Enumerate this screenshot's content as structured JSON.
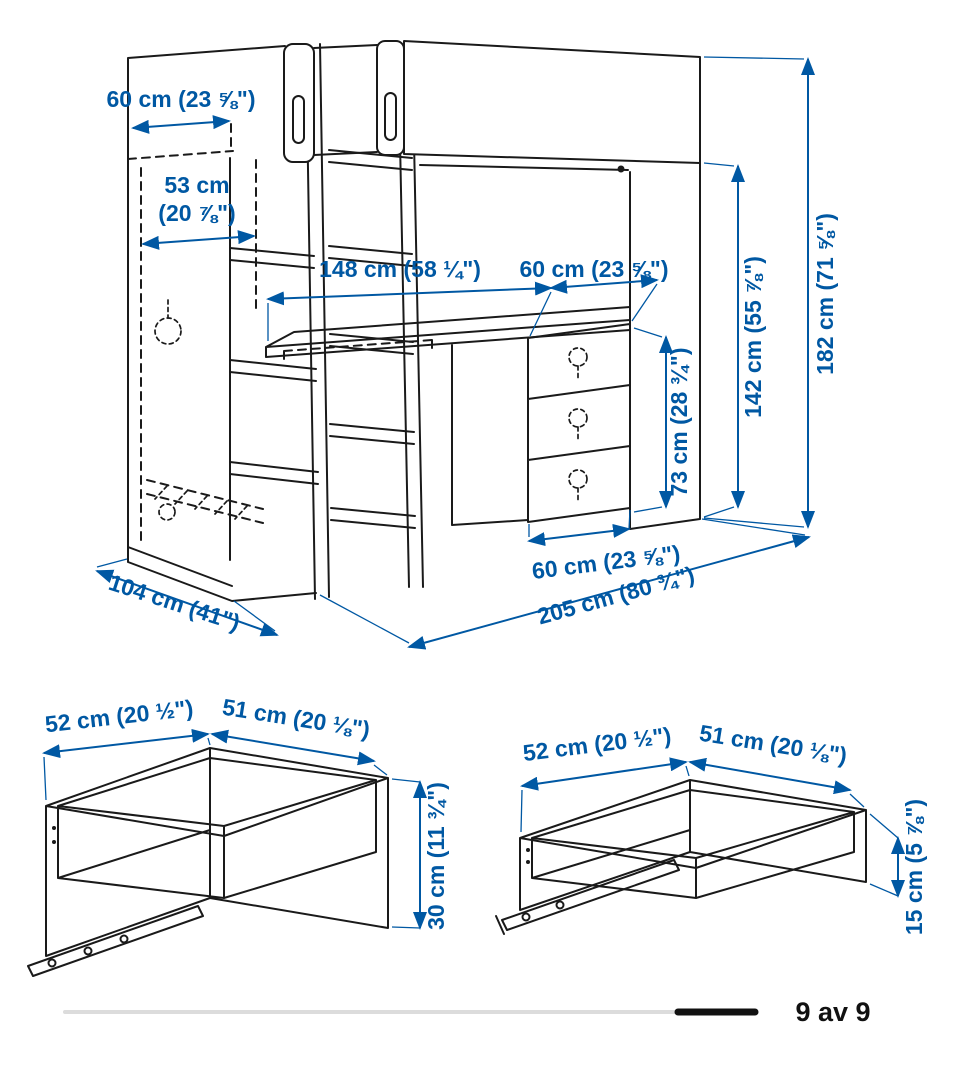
{
  "colors": {
    "dimension_blue": "#0058a3",
    "line_dark": "#1a1a1a",
    "progress_track": "#dcdcdc",
    "progress_fill": "#111111"
  },
  "main_diagram": {
    "dimensions": {
      "top_depth": "60 cm (23 ⅝\")",
      "wardrobe_inner_width_line1": "53 cm",
      "wardrobe_inner_width_line2": "(20 ⅞\")",
      "desk_length": "148 cm (58 ¼\")",
      "bed_end_depth": "60 cm (23 ⅝\")",
      "desk_height": "73 cm (28 ¾\")",
      "under_bed_clearance": "142 cm (55 ⅞\")",
      "overall_height": "182 cm (71 ⅝\")",
      "drawer_unit_width": "60 cm (23 ⅝\")",
      "overall_depth": "104 cm (41\")",
      "overall_length": "205 cm (80 ¾\")"
    }
  },
  "large_drawer_diagram": {
    "dimensions": {
      "width": "52 cm (20 ½\")",
      "depth": "51 cm (20 ⅛\")",
      "height": "30 cm (11 ¾\")"
    }
  },
  "small_drawer_diagram": {
    "dimensions": {
      "width": "52 cm (20 ½\")",
      "depth": "51 cm (20 ⅛\")",
      "height": "15 cm (5 ⅞\")"
    }
  },
  "footer": {
    "pagination": "9 av 9"
  }
}
